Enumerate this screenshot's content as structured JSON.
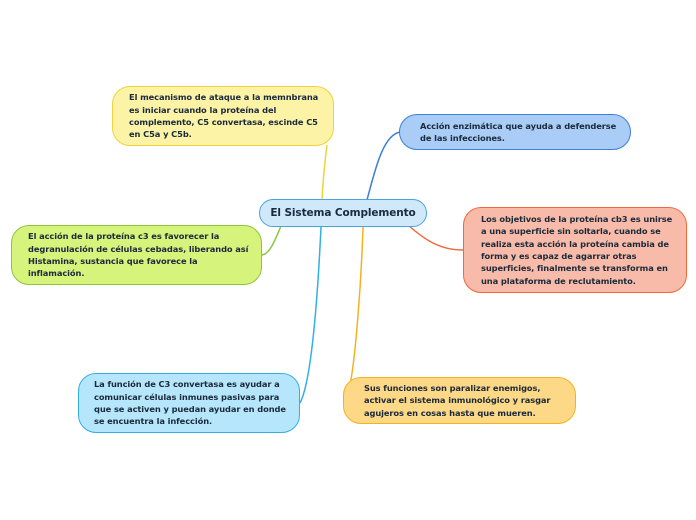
{
  "mindmap": {
    "central": {
      "label": "El Sistema Complemento",
      "fill": "#cfe9fb",
      "border": "#4aa3dc"
    },
    "branches": [
      {
        "id": "mecanismo-ataque",
        "text": "El mecanismo de ataque a la memnbrana es iniciar cuando la proteína del complemento, C5 convertasa, escinde C5 en C5a y C5b.",
        "fill": "#fdf3a6",
        "border": "#f0d33a",
        "position": "top-left"
      },
      {
        "id": "accion-enzimatica",
        "text": "Acción enzimática que ayuda a defenderse de las infecciones.",
        "fill": "#a9cdf7",
        "border": "#3c7fd6",
        "position": "top-right"
      },
      {
        "id": "objetivos-cb3",
        "text": "Los objetivos de la proteína cb3 es unirse a una superficie sin soltarla, cuando se realiza esta acción la proteína cambia de forma y es capaz de agarrar otras superficies, finalmente se transforma en una plataforma de reclutamiento.",
        "fill": "#f8bba9",
        "border": "#f0693a",
        "position": "right"
      },
      {
        "id": "accion-c3",
        "text": "El acción de la proteína c3 es favorecer la degranulación de células cebadas, liberando así Histamina, sustancia que favorece la inflamación.",
        "fill": "#d6f37c",
        "border": "#8cc63a",
        "position": "left"
      },
      {
        "id": "funcion-c3-convertasa",
        "text": "La función de C3 convertasa es ayudar  a comunicar células inmunes pasivas para que se activen y puedan ayudar en donde se encuentra la infección.",
        "fill": "#b5e6fb",
        "border": "#32afe6",
        "position": "bottom-left"
      },
      {
        "id": "funciones",
        "text": "Sus funciones son paralizar enemigos, activar el sistema inmunológico y rasgar agujeros en cosas hasta que mueren.",
        "fill": "#fdd886",
        "border": "#f5b21f",
        "position": "bottom-right"
      }
    ]
  }
}
